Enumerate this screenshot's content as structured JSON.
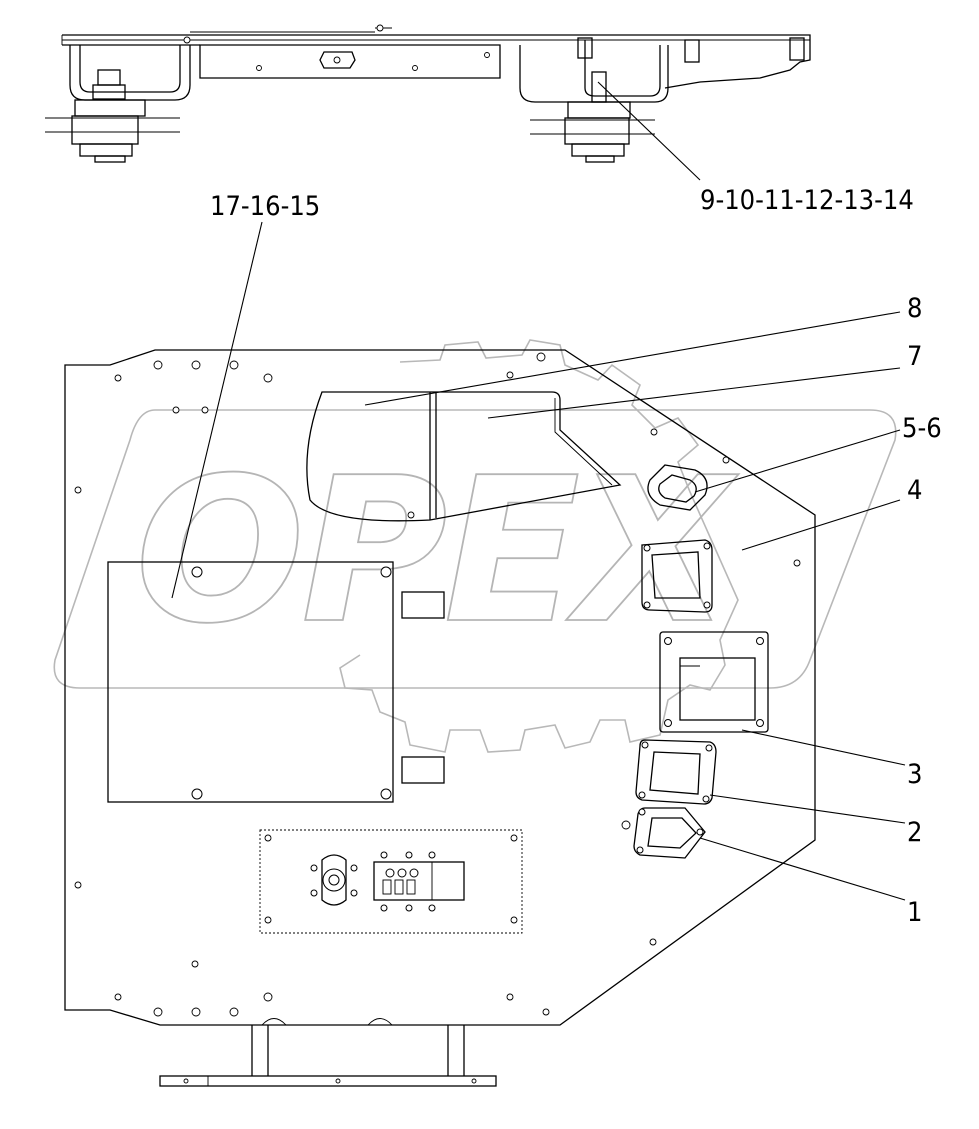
{
  "watermark": {
    "text": "OPEX"
  },
  "callouts": [
    {
      "id": "c-9-14",
      "label": "9-10-11-12-13-14"
    },
    {
      "id": "c-17-15",
      "label": "17-16-15"
    },
    {
      "id": "c-8",
      "label": "8"
    },
    {
      "id": "c-7",
      "label": "7"
    },
    {
      "id": "c-5-6",
      "label": "5-6"
    },
    {
      "id": "c-4",
      "label": "4"
    },
    {
      "id": "c-3",
      "label": "3"
    },
    {
      "id": "c-2",
      "label": "2"
    },
    {
      "id": "c-1",
      "label": "1"
    }
  ],
  "colors": {
    "line": "#000000",
    "watermark": "#b5b5b5",
    "background": "#ffffff"
  }
}
